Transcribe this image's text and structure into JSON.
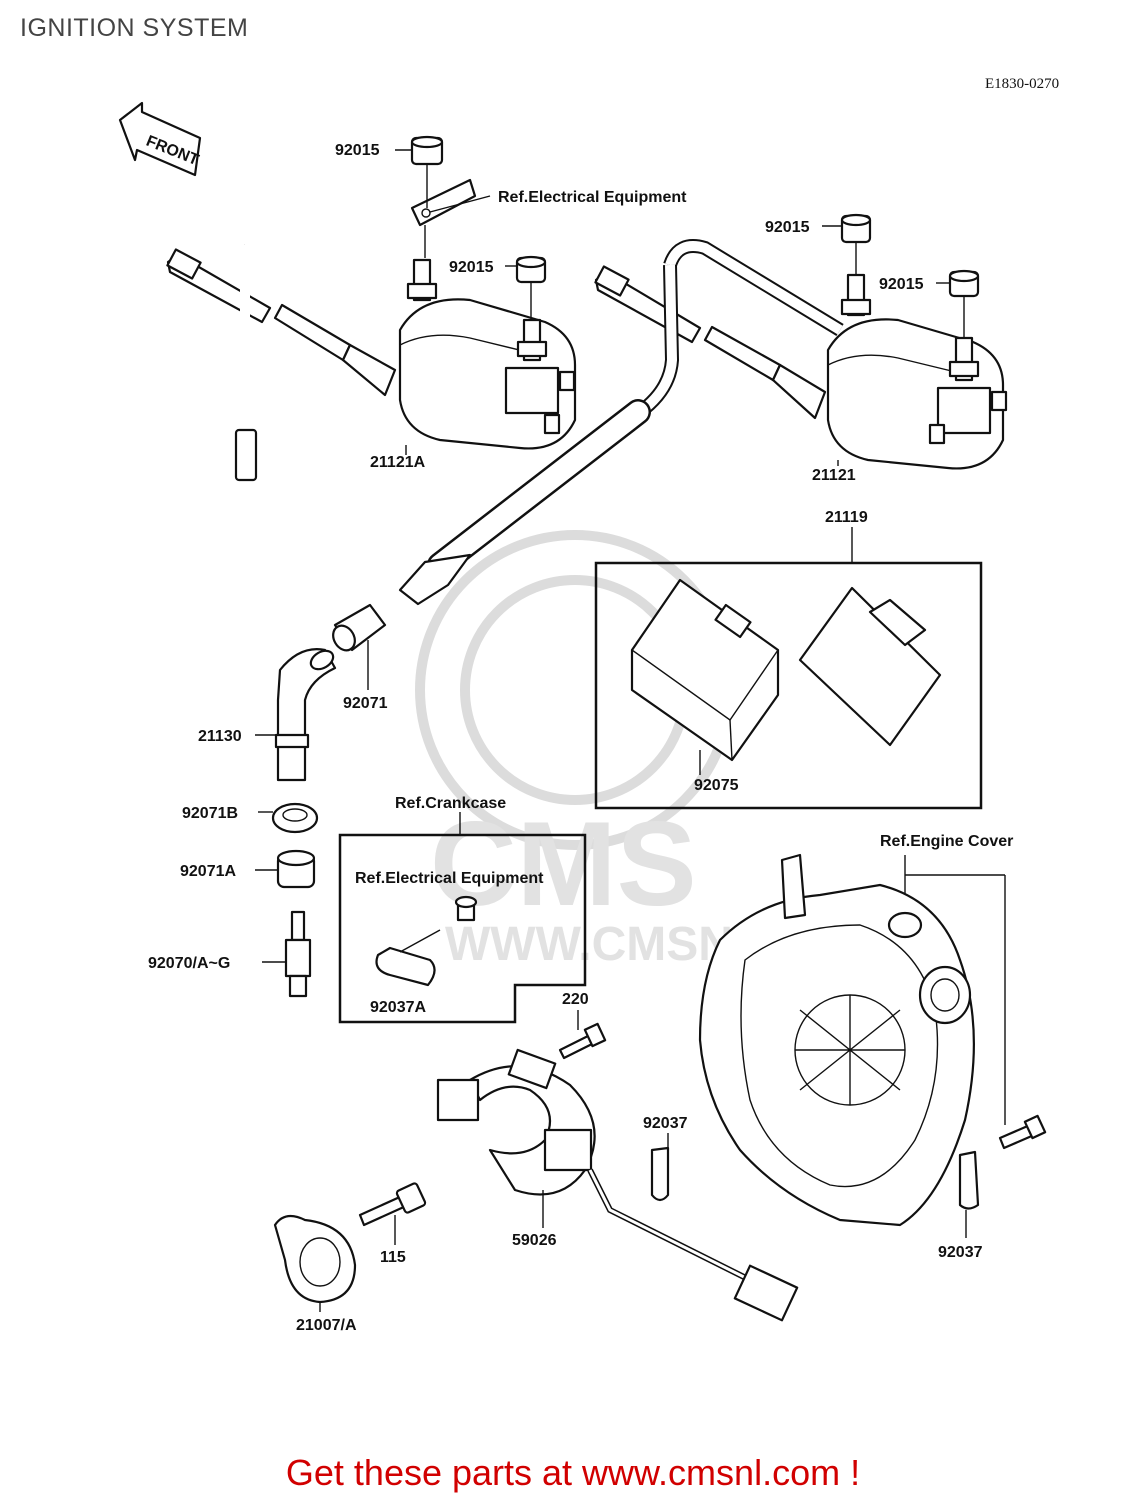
{
  "header": {
    "title": "IGNITION SYSTEM",
    "diagram_code": "E1830-0270"
  },
  "watermark": {
    "logo_text": "CMS",
    "url_text": "WWW.CMSNL.COM"
  },
  "front_arrow_label": "FRONT",
  "labels": {
    "nut_1": "92015",
    "nut_2": "92015",
    "nut_3": "92015",
    "nut_4": "92015",
    "ref_electrical_top": "Ref.Electrical Equipment",
    "coil_left": "21121A",
    "coil_right": "21121",
    "igniter_assy": "21119",
    "igniter_unit": "92075",
    "seal_cap": "92071",
    "plug_cap": "21130",
    "seal_b": "92071B",
    "seal_a": "92071A",
    "spark_plug": "92070/A~G",
    "ref_crankcase": "Ref.Crankcase",
    "ref_electrical_box": "Ref.Electrical Equipment",
    "clamp_box": "92037A",
    "bolt_220": "220",
    "pickup_coil": "59026",
    "bolt_115": "115",
    "timing_rotor": "21007/A",
    "clamp_mid": "92037",
    "clamp_right": "92037",
    "ref_engine_cover": "Ref.Engine Cover"
  },
  "footer": {
    "cta": "Get these parts at www.cmsnl.com !"
  },
  "colors": {
    "cta": "#d10000",
    "ink": "#111111",
    "watermark": "#dcdcdc"
  }
}
